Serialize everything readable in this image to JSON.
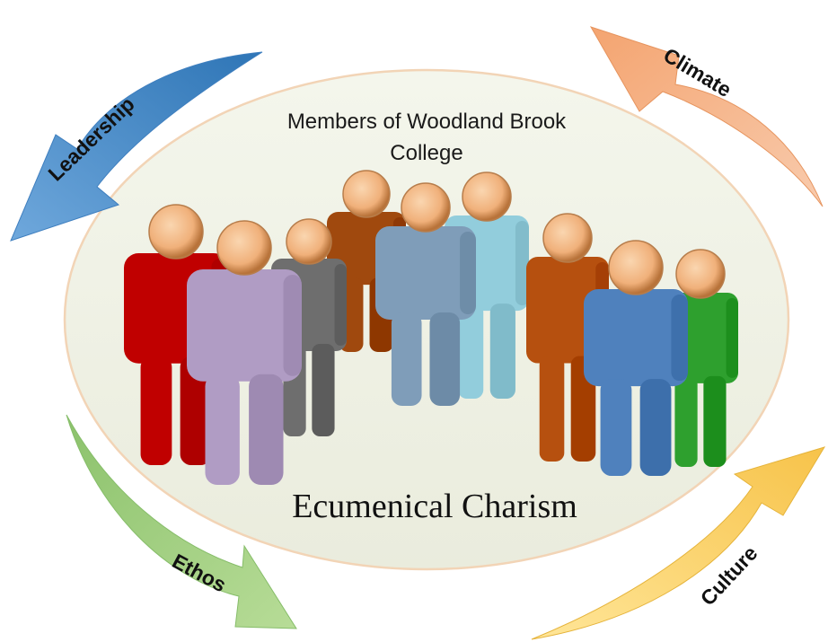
{
  "title": {
    "line1": "Members of Woodland Brook",
    "line2": "College"
  },
  "caption": "Ecumenical Charism",
  "arrows": [
    {
      "id": "leadership",
      "label": "Leadership",
      "color": "#5B9BD5",
      "icon": "curved-arrow-left"
    },
    {
      "id": "climate",
      "label": "Climate",
      "color": "#F4B183",
      "icon": "curved-arrow-up"
    },
    {
      "id": "ethos",
      "label": "Ethos",
      "color": "#A9D18E",
      "icon": "curved-arrow-right"
    },
    {
      "id": "culture",
      "label": "Culture",
      "color": "#FFD966",
      "icon": "curved-arrow-up-right"
    }
  ],
  "ellipse": {
    "fill": "#EEF0E4",
    "stroke": "#F2D4B6"
  },
  "people": [
    {
      "id": "red",
      "color": "#C00000"
    },
    {
      "id": "dark-gray",
      "color": "#6E6E6E"
    },
    {
      "id": "brown",
      "color": "#A0490E"
    },
    {
      "id": "steel-blue",
      "color": "#7F9DB9"
    },
    {
      "id": "light-blue",
      "color": "#92CDDC"
    },
    {
      "id": "rust",
      "color": "#B6500F"
    },
    {
      "id": "green",
      "color": "#2EA02E"
    },
    {
      "id": "lavender",
      "color": "#B09CC4"
    },
    {
      "id": "blue",
      "color": "#4F81BD"
    }
  ],
  "head_color": "#F3B987"
}
